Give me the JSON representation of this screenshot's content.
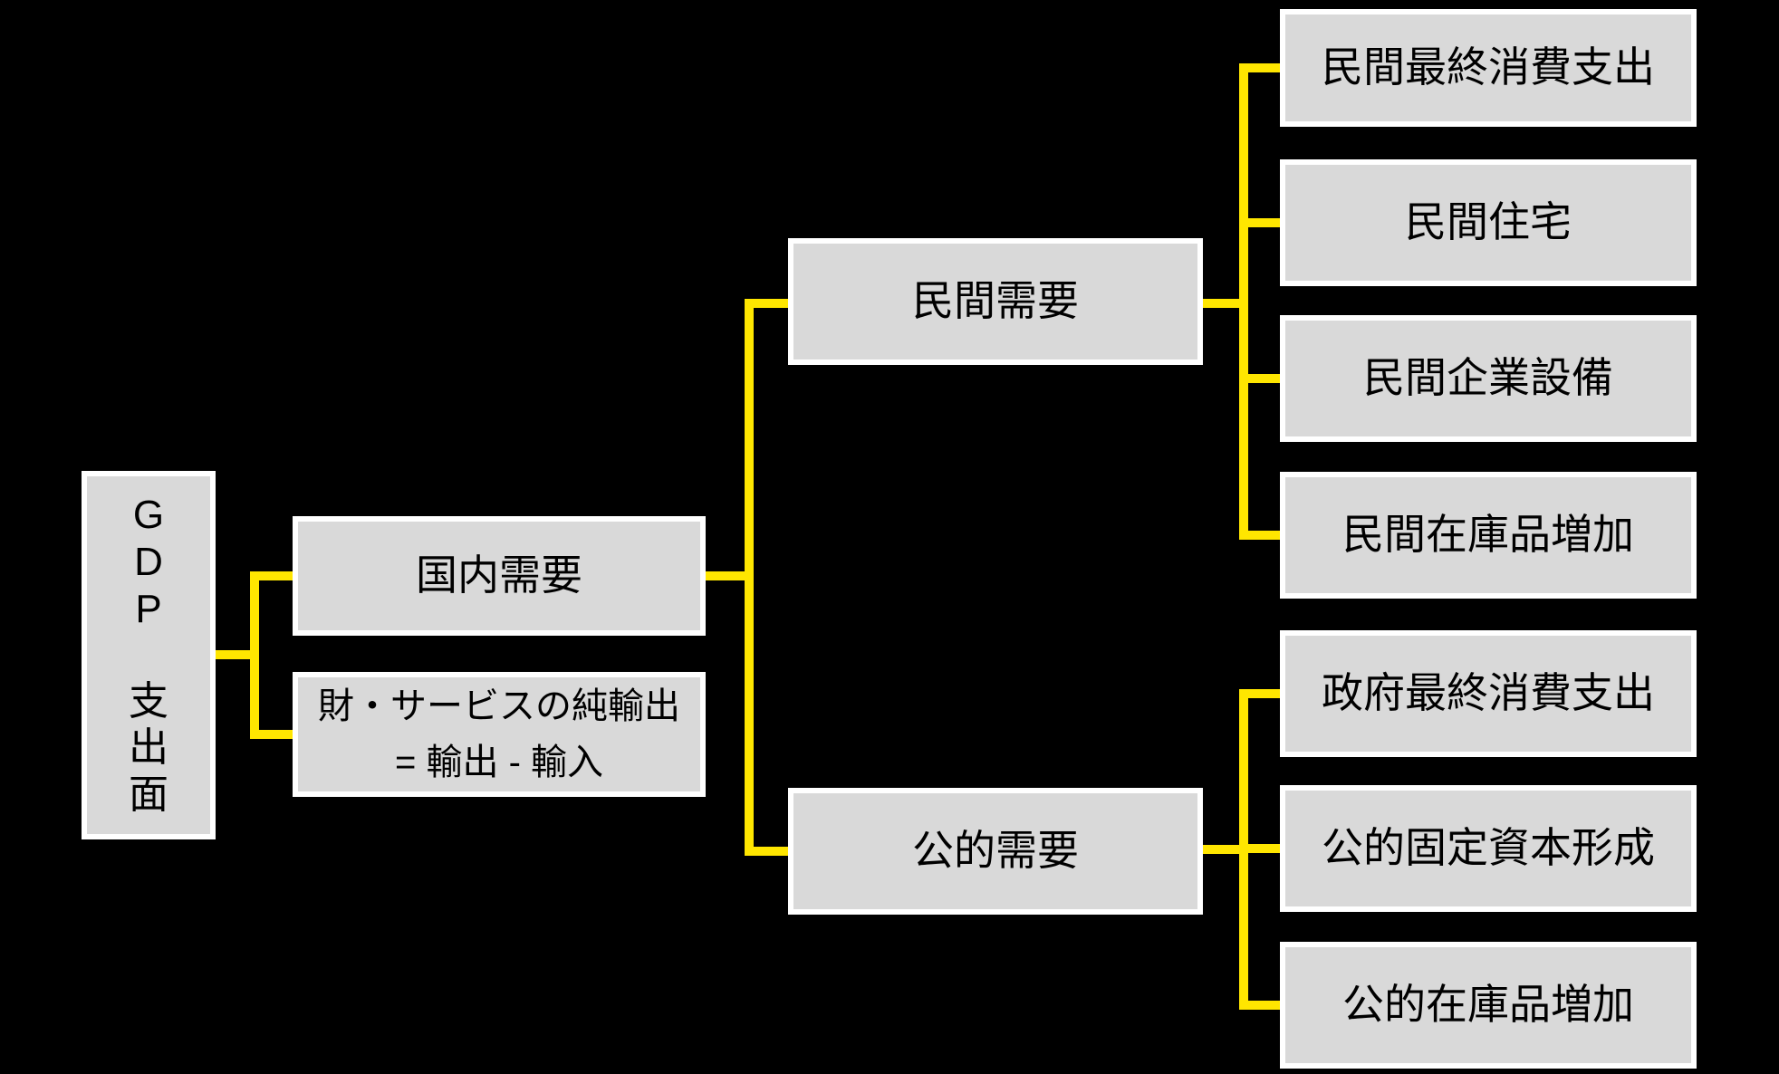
{
  "diagram": {
    "title": "GDP expenditure-side breakdown",
    "colors": {
      "background": "#000000",
      "box_fill": "#D9D9D9",
      "box_border": "#FFFFFF",
      "connector": "#FFE600",
      "text": "#000000"
    },
    "root": {
      "full_label": "GDP 支出面",
      "chars": [
        "G",
        "D",
        "P",
        "支",
        "出",
        "面"
      ]
    },
    "level1": {
      "domestic_demand": "国内需要",
      "net_exports_line1": "財・サービスの純輸出",
      "net_exports_line2": "= 輸出 - 輸入"
    },
    "level2": {
      "private_demand": "民間需要",
      "public_demand": "公的需要"
    },
    "private_items": [
      "民間最終消費支出",
      "民間住宅",
      "民間企業設備",
      "民間在庫品増加"
    ],
    "public_items": [
      "政府最終消費支出",
      "公的固定資本形成",
      "公的在庫品増加"
    ]
  }
}
